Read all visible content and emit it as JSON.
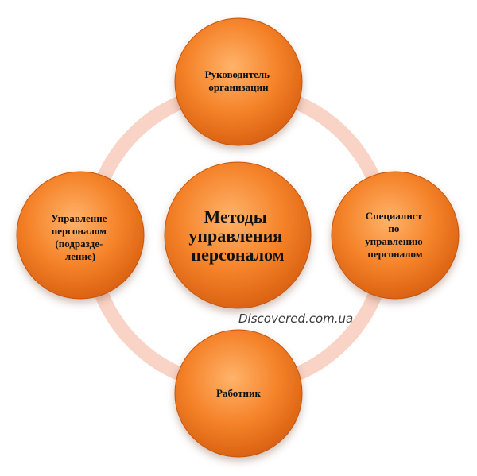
{
  "diagram": {
    "colors": {
      "ring_fill": "#f8d3c6",
      "ring_stroke": "#eec0b0",
      "node_light": "#ffb36a",
      "node_mid": "#f5832a",
      "node_dark": "#d85f10",
      "node_edge": "#c4560c",
      "text": "#111111"
    },
    "center": {
      "lines": [
        "Методы",
        "управления",
        "персоналом"
      ]
    },
    "nodes": [
      {
        "id": "top",
        "lines": [
          "Руководитель",
          "организации"
        ]
      },
      {
        "id": "right",
        "lines": [
          "Специалист",
          "по",
          "управлению",
          "персоналом"
        ]
      },
      {
        "id": "bottom",
        "lines": [
          "Работник"
        ]
      },
      {
        "id": "left",
        "lines": [
          "Управление",
          "персоналом",
          "(подразде-",
          "ление)"
        ]
      }
    ]
  },
  "watermark": "Discovered.com.ua"
}
